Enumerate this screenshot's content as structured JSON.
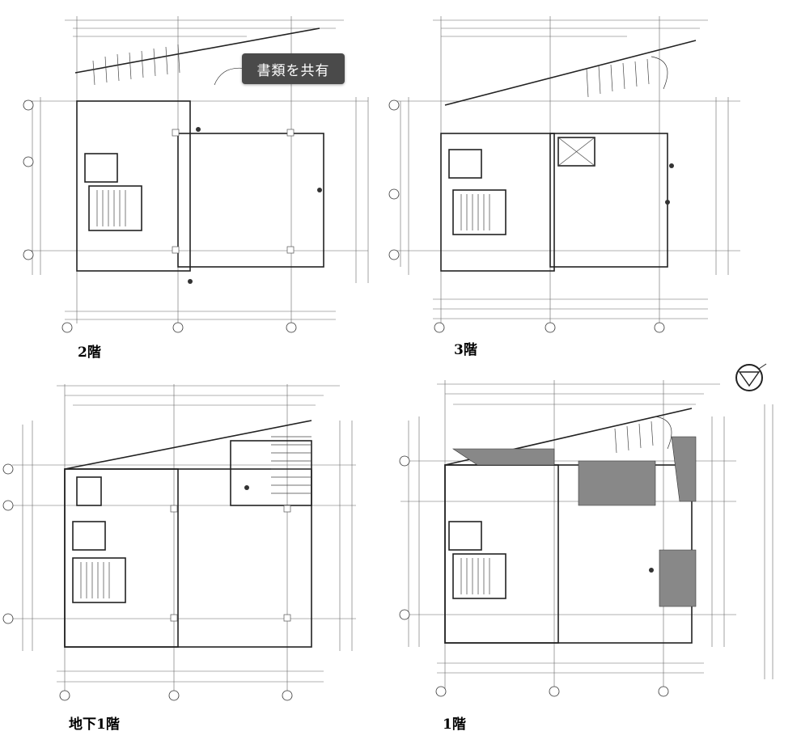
{
  "share_button": {
    "label": "書類を共有"
  },
  "floors": {
    "f2": {
      "label": "2階"
    },
    "f3": {
      "label": "3階"
    },
    "b1": {
      "label": "地下1階"
    },
    "f1": {
      "label": "1階"
    }
  },
  "colors": {
    "line": "#555555",
    "wall": "#222222",
    "hatch": "#444444",
    "tooltip_bg": "#4a4a4a"
  },
  "icons": [
    "north-arrow-icon",
    "grid-marker-icon",
    "stair-icon",
    "door-icon"
  ]
}
